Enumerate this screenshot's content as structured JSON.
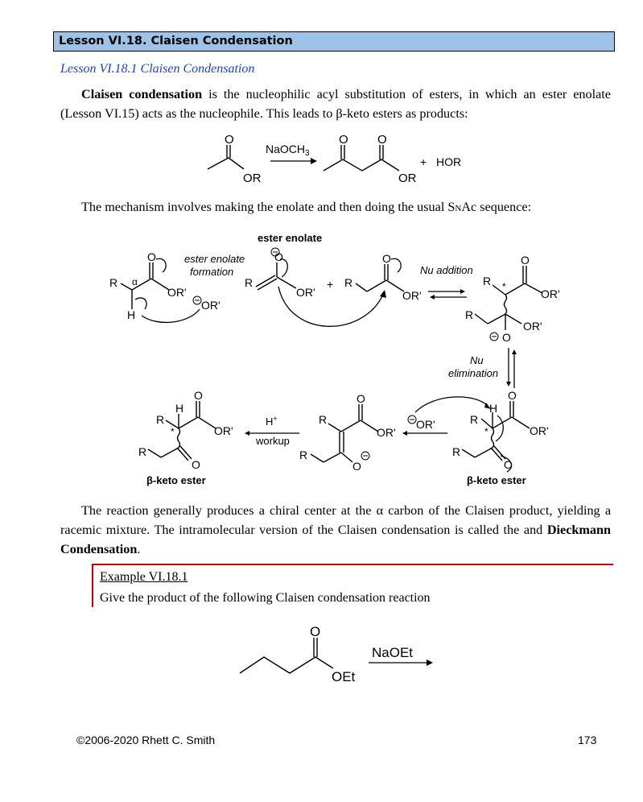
{
  "header": {
    "lesson_title": "Lesson VI.18. Claisen Condensation"
  },
  "subsection": {
    "title": "Lesson VI.18.1 Claisen Condensation"
  },
  "intro": {
    "term": "Claisen condensation",
    "text": " is the nucleophilic acyl substitution of esters, in which an ester enolate (Lesson VI.15) acts as the nucleophile. This leads to β-keto esters as products:"
  },
  "scheme1": {
    "reagent": "NaOCH",
    "reagent_sub": "3",
    "or_label": "OR",
    "plus": "+",
    "byproduct": "HOR",
    "o_label": "O"
  },
  "mechanism_intro": {
    "before": "The mechanism involves making the enolate and then doing the usual S",
    "sub": "N",
    "after": "Ac sequence:"
  },
  "mechanism": {
    "ester_enolate_label": "ester enolate",
    "step1_line1": "ester enolate",
    "step1_line2": "formation",
    "nu_addition": "Nu addition",
    "nu_elim_line1": "Nu",
    "nu_elim_line2": "elimination",
    "workup_top": "H",
    "workup_sup": "+",
    "workup_bottom": "workup",
    "beta_keto_ester": "β-keto ester",
    "alpha": "α",
    "R": "R",
    "H": "H",
    "O": "O",
    "ORp": "OR'",
    "plus": "+",
    "star": "*",
    "minus": "−"
  },
  "conclusion": {
    "text": "The reaction generally produces a chiral center at the α carbon of the Claisen product, yielding a racemic mixture. The intramolecular version of the Claisen condensation is called the and ",
    "bold": "Dieckmann Condensation",
    "end": "."
  },
  "example": {
    "title": "Example VI.18.1",
    "prompt": "Give the product of the following Claisen condensation reaction",
    "reagent": "NaOEt",
    "oet": "OEt",
    "o": "O"
  },
  "footer": {
    "copyright": "©2006-2020 Rhett C. Smith",
    "page": "173"
  }
}
